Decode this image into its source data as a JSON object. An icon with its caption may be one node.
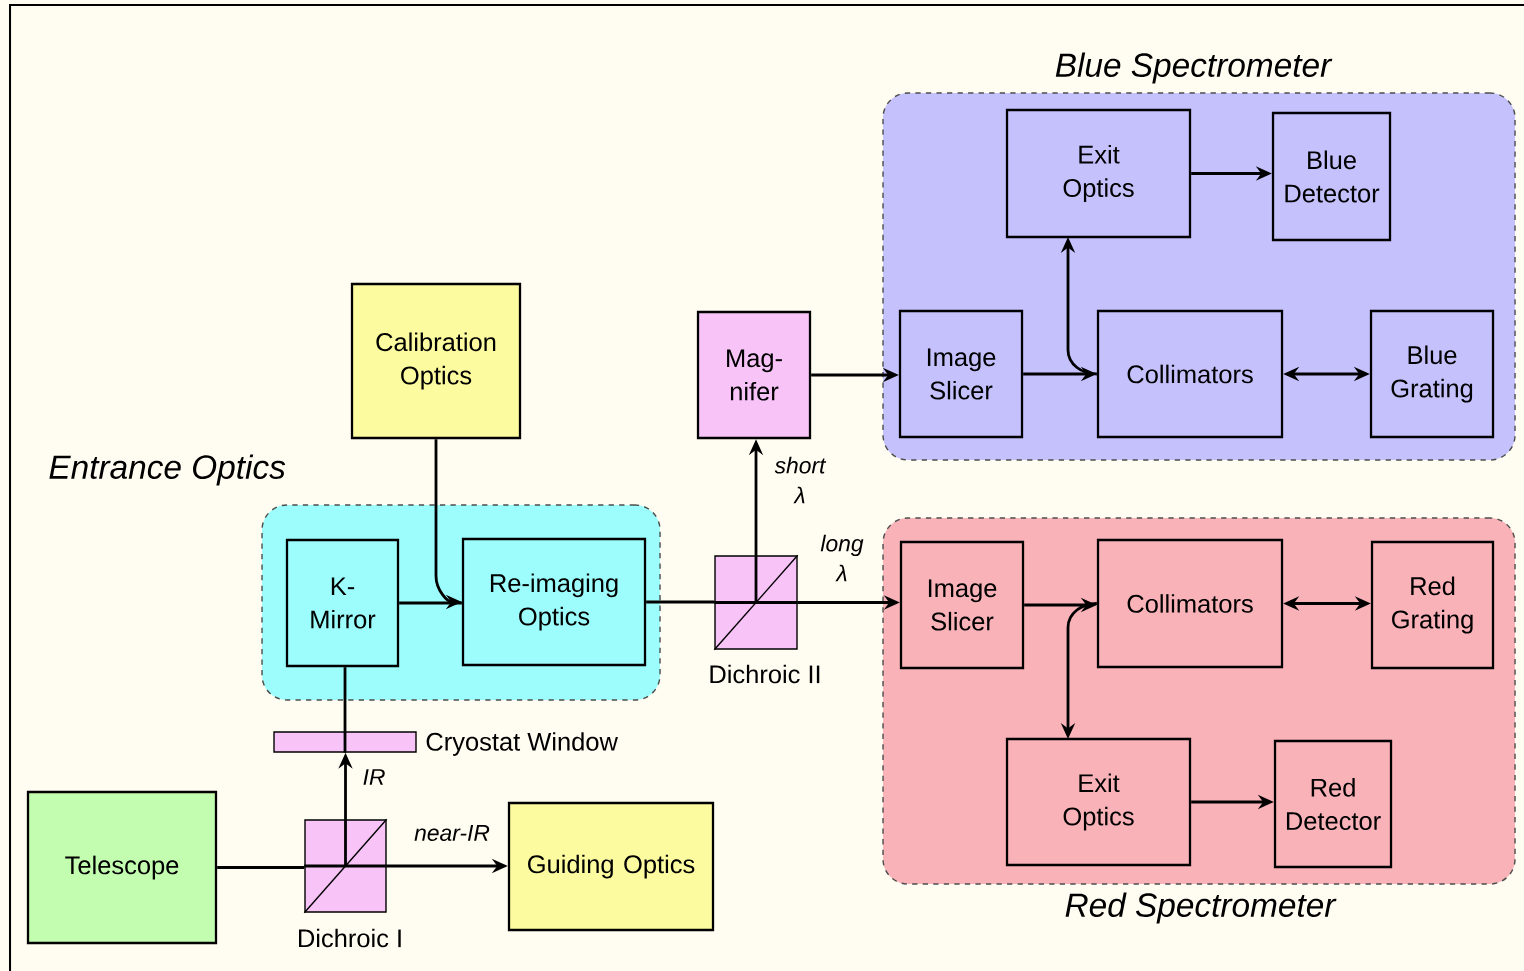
{
  "diagram": {
    "nodes": [
      {
        "text": [
          "Calibration Optics"
        ]
      },
      {
        "text": [
          "Mag- nifer"
        ]
      },
      {
        "text": [
          "Blue Spectrometer"
        ]
      },
      {
        "text": [
          "Exit Optics"
        ],
        "in": 2
      },
      {
        "text": [
          "Blue Detector"
        ],
        "in": 2
      },
      {
        "text": [
          "Image Slicer"
        ],
        "in": 2
      },
      {
        "text": [
          "Collimators"
        ],
        "in": 2
      },
      {
        "text": [
          "Blue Grating"
        ],
        "in": 2
      },
      {
        "text": [
          "Entrance Optics"
        ]
      },
      {
        "text": [
          "K- Mirror"
        ],
        "in": 8
      },
      {
        "text": [
          "Re-imaging Optics"
        ],
        "in": 8
      },
      {
        "text": [],
        "shape": "box",
        "beside": [
          "Dichroic II"
        ]
      },
      {
        "text": [
          "Red Spectrometer"
        ]
      },
      {
        "text": [
          "Image Slicer"
        ],
        "in": 12
      },
      {
        "text": [
          "Collimators"
        ],
        "in": 12
      },
      {
        "text": [
          "Red Grating"
        ],
        "in": 12
      },
      {
        "text": [
          "Exit Optics"
        ],
        "in": 12
      },
      {
        "text": [
          "Red Detector"
        ],
        "in": 12
      },
      {
        "text": [],
        "shape": "bar",
        "beside": [
          "Cryostat Window"
        ]
      },
      {
        "text": [
          "Telescope"
        ]
      },
      {
        "text": [],
        "shape": "box",
        "beside": [
          "Dichroic I"
        ]
      },
      {
        "text": [
          "Guiding Optics"
        ]
      }
    ],
    "edges": [
      {
        "from": 19,
        "to": 20,
        "arrow": "none"
      },
      {
        "from": 20,
        "to": 21,
        "arrow": "to",
        "label": "near-IR"
      },
      {
        "from": 20,
        "to": 18,
        "arrow": "to",
        "label": "IR"
      },
      {
        "from": 18,
        "to": 9,
        "arrow": "none"
      },
      {
        "from": 9,
        "to": 10,
        "arrow": "none"
      },
      {
        "from": 0,
        "to": 10,
        "arrow": "to"
      },
      {
        "from": 10,
        "to": 11,
        "arrow": "none"
      },
      {
        "from": 11,
        "to": 1,
        "arrow": "to",
        "label": "short λ"
      },
      {
        "from": 11,
        "to": 13,
        "arrow": "to",
        "label": "long λ"
      },
      {
        "from": 1,
        "to": 5,
        "arrow": "to"
      },
      {
        "from": 5,
        "to": 6,
        "arrow": "to"
      },
      {
        "from": 6,
        "to": 3,
        "arrow": "to"
      },
      {
        "from": 3,
        "to": 4,
        "arrow": "to"
      },
      {
        "from": 6,
        "to": 7,
        "arrow": "both"
      },
      {
        "from": 13,
        "to": 14,
        "arrow": "to"
      },
      {
        "from": 14,
        "to": 16,
        "arrow": "to"
      },
      {
        "from": 16,
        "to": 17,
        "arrow": "to"
      },
      {
        "from": 14,
        "to": 15,
        "arrow": "both"
      }
    ]
  }
}
